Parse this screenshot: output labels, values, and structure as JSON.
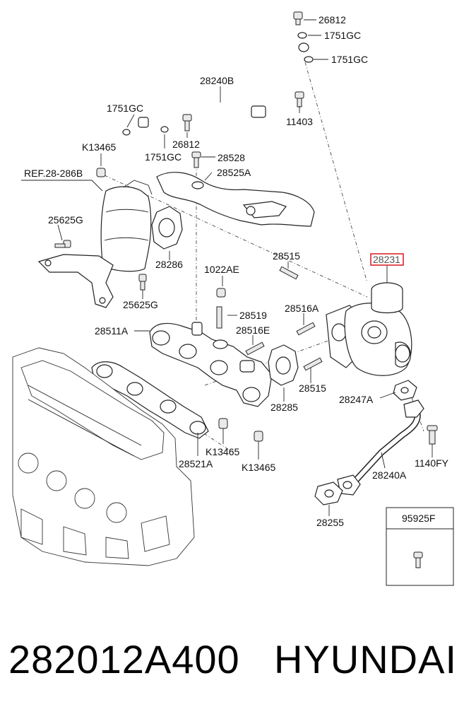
{
  "labels": {
    "l26812a": "26812",
    "l1751gc_a": "1751GC",
    "l1751gc_b": "1751GC",
    "l28240b": "28240B",
    "l1751gc_c": "1751GC",
    "l11403": "11403",
    "l26812b": "26812",
    "l1751gc_d": "1751GC",
    "lk13465a": "K13465",
    "l28528": "28528",
    "lref": "REF.28-286B",
    "l28525a": "28525A",
    "l25625g_a": "25625G",
    "l28286": "28286",
    "l28231": "28231",
    "l28515a": "28515",
    "l1022ae": "1022AE",
    "l25625g_b": "25625G",
    "l28519": "28519",
    "l28516a": "28516A",
    "l28511a": "28511A",
    "l28516e": "28516E",
    "l28515b": "28515",
    "l28285": "28285",
    "l28247a": "28247A",
    "lk13465b": "K13465",
    "lk13465c": "K13465",
    "l28521a": "28521A",
    "l28240a": "28240A",
    "l1140fy": "1140FY",
    "l28255": "28255",
    "l95925f": "95925F"
  },
  "footer": {
    "part_number": "282012A400",
    "brand": "HYUNDAI"
  },
  "colors": {
    "highlight": "#d9262b",
    "line": "#222222"
  }
}
